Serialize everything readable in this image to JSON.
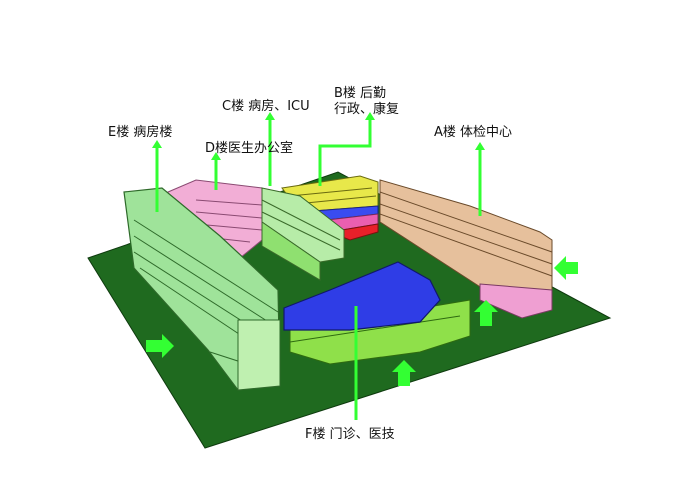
{
  "labels": {
    "e": "E楼 病房楼",
    "d": "D楼医生办公室",
    "c": "C楼 病房、ICU",
    "b_line1": "B楼 后勤",
    "b_line2": "行政、康复",
    "a": "A楼 体检中心",
    "f": "F楼 门诊、医技"
  },
  "colors": {
    "ground": "#1f6a1f",
    "e_building": "#9fe39a",
    "d_building": "#f2aed6",
    "c_building": "#b7eca8",
    "b_yellow": "#e8e84a",
    "b_blue": "#3a4cf0",
    "b_pink": "#ea5fb0",
    "b_red": "#e8202a",
    "a_building": "#e6c09c",
    "a_base": "#ef9fd2",
    "f_building": "#2f3de6",
    "f_base": "#8fe04a",
    "arrow": "#33ff33"
  }
}
